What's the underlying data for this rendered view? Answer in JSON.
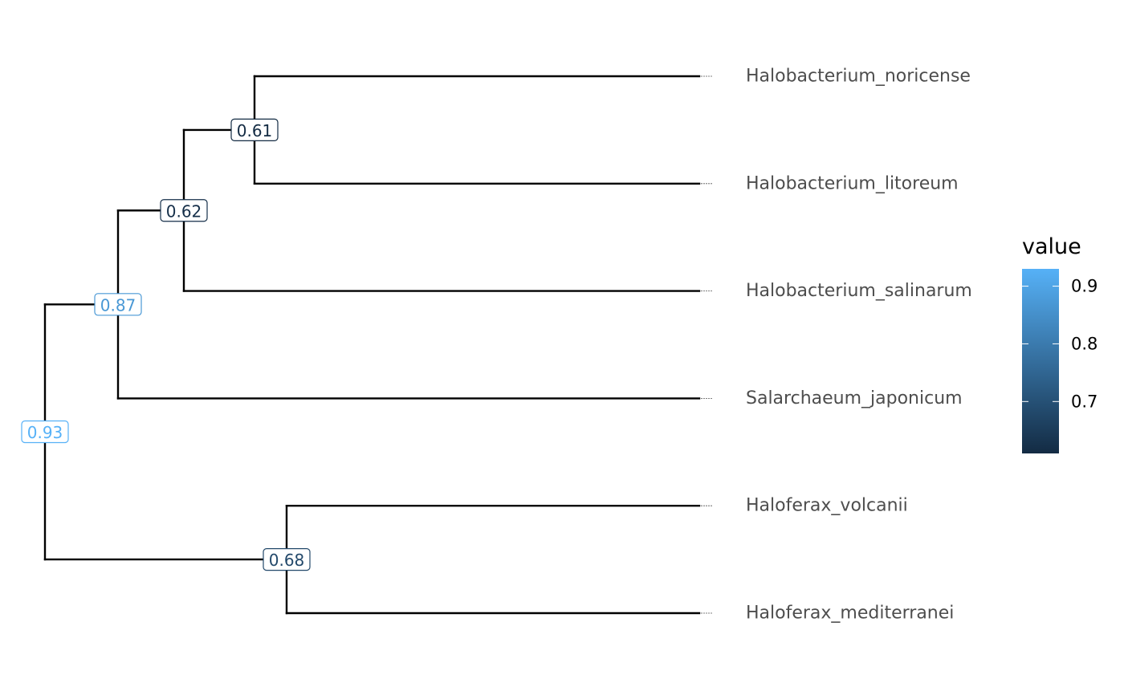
{
  "tree": {
    "tips": [
      {
        "id": "t1",
        "label": "Halobacterium_noricense"
      },
      {
        "id": "t2",
        "label": "Halobacterium_litoreum"
      },
      {
        "id": "t3",
        "label": "Halobacterium_salinarum"
      },
      {
        "id": "t4",
        "label": "Salarchaeum_japonicum"
      },
      {
        "id": "t5",
        "label": "Haloferax_volcanii"
      },
      {
        "id": "t6",
        "label": "Haloferax_mediterranei"
      }
    ],
    "internal_nodes": [
      {
        "id": "n_root",
        "value": "0.93",
        "children": [
          "n_a",
          "n_e"
        ]
      },
      {
        "id": "n_a",
        "value": "0.87",
        "children": [
          "n_b",
          "t4"
        ]
      },
      {
        "id": "n_b",
        "value": "0.62",
        "children": [
          "n_c",
          "t3"
        ]
      },
      {
        "id": "n_c",
        "value": "0.61",
        "children": [
          "t1",
          "t2"
        ]
      },
      {
        "id": "n_e",
        "value": "0.68",
        "children": [
          "t5",
          "t6"
        ]
      }
    ]
  },
  "legend": {
    "title": "value",
    "ticks": [
      {
        "label": "0.9",
        "value": 0.9
      },
      {
        "label": "0.8",
        "value": 0.8
      },
      {
        "label": "0.7",
        "value": 0.7
      }
    ],
    "range": [
      0.61,
      0.93
    ],
    "color_low": "#132B43",
    "color_high": "#56B1F7"
  },
  "colors": {
    "branch": "#000000",
    "tip_label": "#4d4d4d"
  }
}
